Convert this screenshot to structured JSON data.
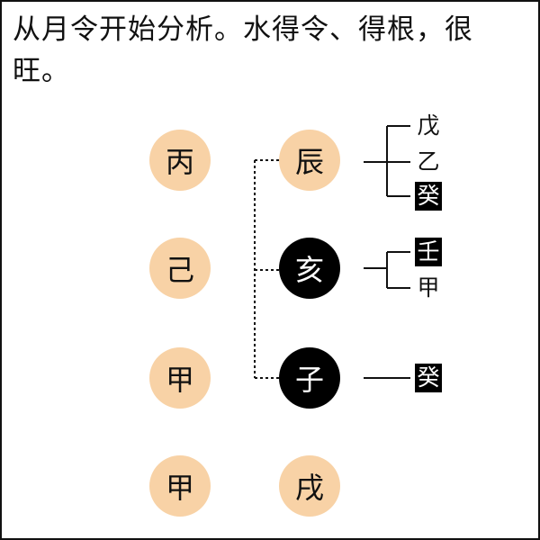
{
  "title": "从月令开始分析。水得令、得根，很旺。",
  "stems": [
    "丙",
    "己",
    "甲",
    "甲"
  ],
  "branches": [
    {
      "label": "辰",
      "highlight": false
    },
    {
      "label": "亥",
      "highlight": true
    },
    {
      "label": "子",
      "highlight": true
    },
    {
      "label": "戌",
      "highlight": false
    }
  ],
  "hidden_stems": {
    "chen": [
      {
        "label": "戊",
        "highlight": false
      },
      {
        "label": "乙",
        "highlight": false
      },
      {
        "label": "癸",
        "highlight": true
      }
    ],
    "hai": [
      {
        "label": "壬",
        "highlight": true
      },
      {
        "label": "甲",
        "highlight": false
      }
    ],
    "zi": [
      {
        "label": "癸",
        "highlight": true
      }
    ]
  },
  "colors": {
    "light_circle": "#f8d2a6",
    "dark_circle": "#000000",
    "line": "#111111"
  }
}
